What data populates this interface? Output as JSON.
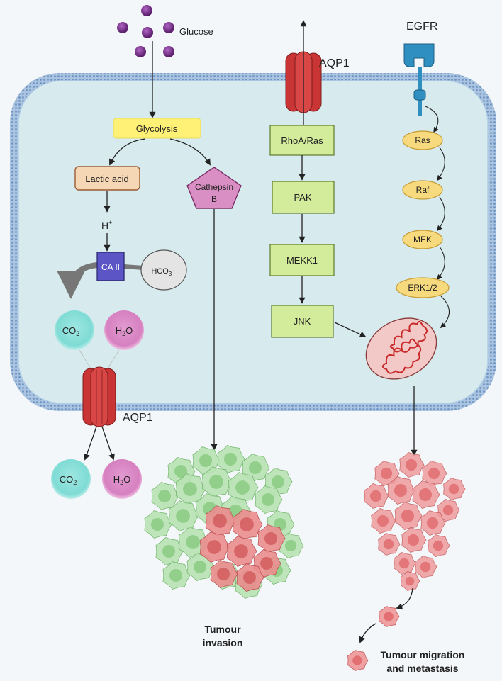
{
  "labels": {
    "glucose": "Glucose",
    "glycolysis": "Glycolysis",
    "lactic_acid": "Lactic acid",
    "cathepsin_line1": "Cathepsin",
    "cathepsin_line2": "B",
    "h_plus_main": "H",
    "h_plus_sup": "+",
    "ca_ii": "CA II",
    "hco3_main": "HCO",
    "hco3_sub": "3",
    "hco3_suffix": "−",
    "co2_main": "CO",
    "co2_sub": "2",
    "h2o_h": "H",
    "h2o_sub": "2",
    "h2o_o": "O",
    "aqp1_top": "AQP1",
    "aqp1_bottom": "AQP1",
    "egfr": "EGFR",
    "rhoa_ras": "RhoA/Ras",
    "pak": "PAK",
    "mekk1": "MEKK1",
    "jnk": "JNK",
    "ras": "Ras",
    "raf": "Raf",
    "mek": "MEK",
    "erk": "ERK1/2",
    "tumour_invasion_line1": "Tumour",
    "tumour_invasion_line2": "invasion",
    "tumour_migration_line1": "Tumour migration",
    "tumour_migration_line2": "and metastasis"
  },
  "colors": {
    "background": "#f4f7f9",
    "cell_fill": "#d7ebef",
    "membrane": "#8fb1d6",
    "glycolysis": "#fff176",
    "lactic_acid": "#f5d7b5",
    "cathepsin": "#d98fc3",
    "ca_ii": "#5b55c6",
    "hco3": "#e4e4e4",
    "co2": "#7fdbd5",
    "h2o": "#d680c0",
    "aqp1": "#d03a3a",
    "jnk_pathway_box": "#d3ec9b",
    "erk_pathway_ellipse": "#f7da7e",
    "egfr": "#2e8fc0",
    "glucose": "#7b2f8e",
    "mitochondrion": "#f2c9c7",
    "tumour_green": "#a5d9a1",
    "tumour_red": "#e46e70"
  }
}
